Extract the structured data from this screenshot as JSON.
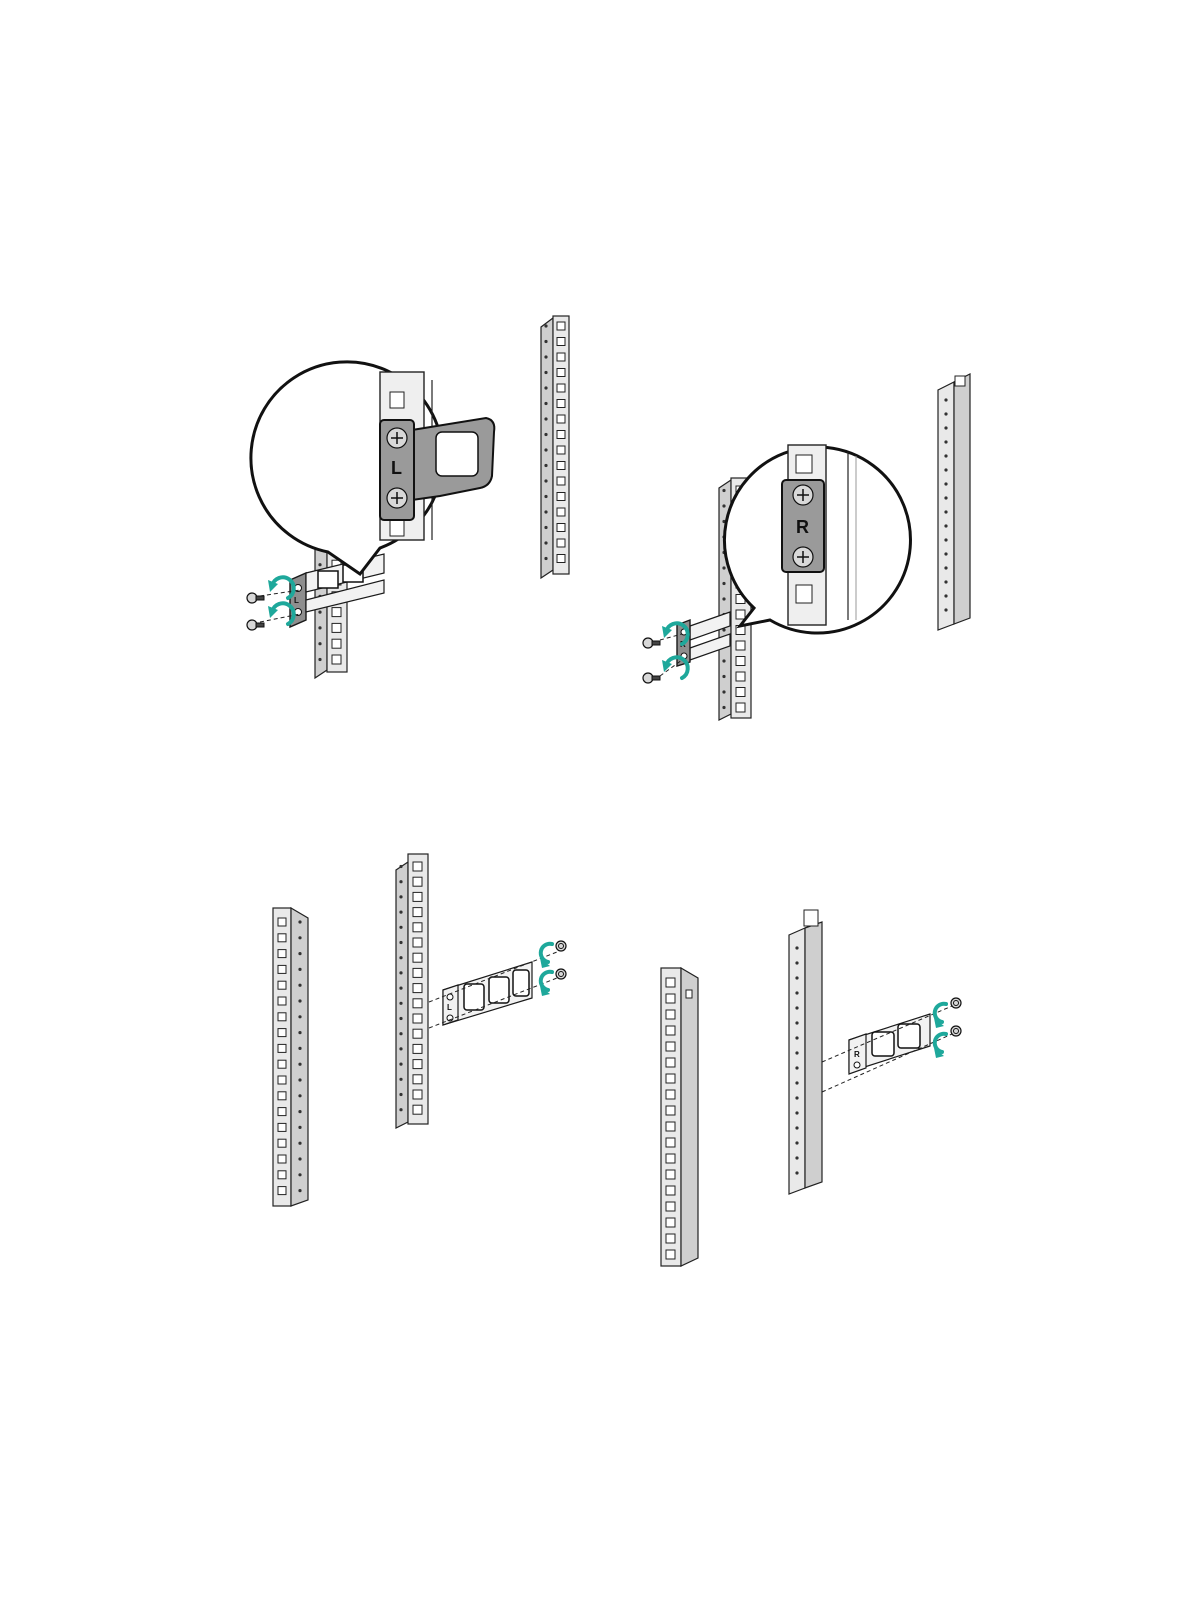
{
  "figure": {
    "panels": [
      {
        "id": "panel-top-left",
        "ear_letter": "L",
        "callout_letter": "L"
      },
      {
        "id": "panel-top-right",
        "ear_letter": "R",
        "callout_letter": "R"
      },
      {
        "id": "panel-bottom-left",
        "ear_letter": "L"
      },
      {
        "id": "panel-bottom-right",
        "ear_letter": "R"
      }
    ],
    "colors": {
      "rotation_arrow": "#1ea89b",
      "ear": "#8e8e8e",
      "rail": "#e9e9e9"
    },
    "icons": [
      "screw-icon",
      "rotate-clockwise-arrow-icon",
      "magnifier-callout"
    ]
  }
}
